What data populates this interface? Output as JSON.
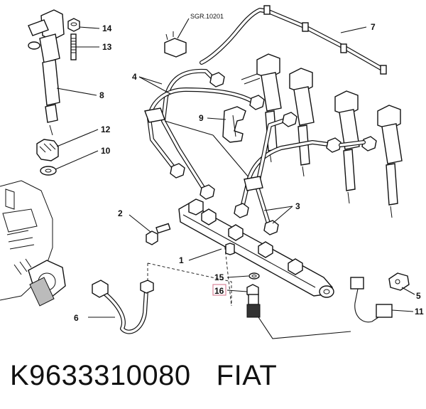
{
  "footer": {
    "part_number": "K9633310080",
    "brand": "FIAT"
  },
  "diagram": {
    "reference_label": "SGR.10201",
    "callouts": {
      "c1": "1",
      "c2": "2",
      "c3": "3",
      "c4": "4",
      "c5": "5",
      "c6": "6",
      "c7": "7",
      "c8": "8",
      "c9": "9",
      "c10": "10",
      "c11": "11",
      "c12": "12",
      "c13": "13",
      "c14": "14",
      "c15": "15",
      "c16": "16"
    },
    "highlighted_callout": "16",
    "highlight_color": "#d9869a"
  }
}
